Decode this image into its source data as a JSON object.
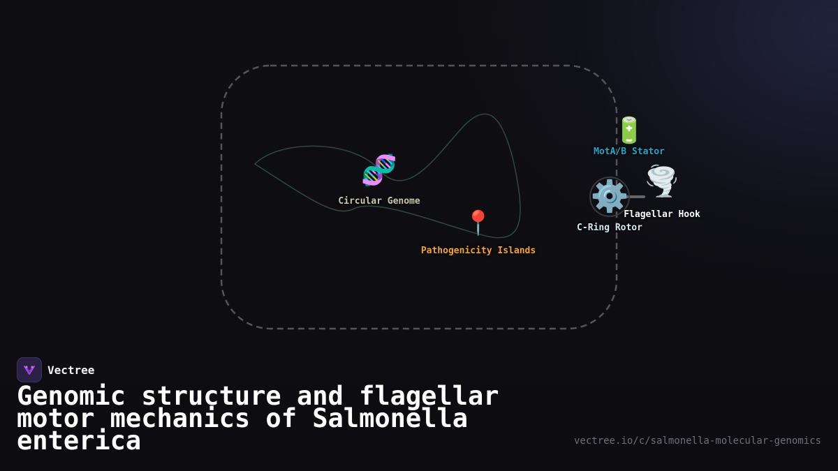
{
  "brand": {
    "name": "Vectree",
    "logo_icon": "vectree-logo-icon"
  },
  "title": "Genomic structure and flagellar motor mechanics of Salmonella enterica",
  "url": "vectree.io/c/salmonella-molecular-genomics",
  "nodes": {
    "circular_genome": {
      "label": "Circular Genome",
      "icon": "🧬",
      "icon_name": "dna-icon",
      "color": "#c9c9ae"
    },
    "pathogenicity_islands": {
      "label": "Pathogenicity Islands",
      "icon": "📍",
      "icon_name": "pin-icon",
      "color": "#f5a623"
    },
    "mota_b_stator": {
      "label": "MotA/B Stator",
      "icon": "🔋",
      "icon_name": "battery-icon",
      "color": "#1fa8c9"
    },
    "c_ring_rotor": {
      "label": "C-Ring Rotor",
      "icon": "⚙️",
      "icon_name": "gear-icon",
      "color": "#d6ecf5"
    },
    "flagellar_hook": {
      "label": "Flagellar Hook",
      "icon": "🌪️",
      "icon_name": "tornado-icon",
      "color": "#ffffff"
    }
  },
  "colors": {
    "background": "#0f0f13",
    "cell_outline": "#555555",
    "genome_line": "#2f4a3a",
    "url": "#6e6e78"
  }
}
